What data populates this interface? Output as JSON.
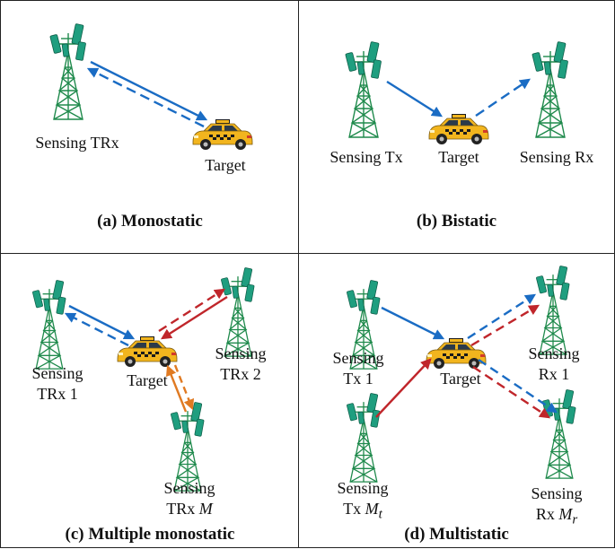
{
  "colors": {
    "tower": "#1f8a4c",
    "antenna": "#1f9e7f",
    "blue": "#1a6cc4",
    "red": "#c0262b",
    "orange": "#e07a22",
    "car": "#f2b51e"
  },
  "panels": {
    "a": {
      "caption": "(a) Monostatic",
      "labels": {
        "trx": "Sensing TRx",
        "target": "Target"
      }
    },
    "b": {
      "caption": "(b) Bistatic",
      "labels": {
        "tx": "Sensing Tx",
        "target": "Target",
        "rx": "Sensing Rx"
      }
    },
    "c": {
      "caption": "(c) Multiple monostatic",
      "labels": {
        "trx1_l1": "Sensing",
        "trx1_l2": "TRx 1",
        "trx2_l1": "Sensing",
        "trx2_l2": "TRx 2",
        "target": "Target",
        "trxm_l1": "Sensing",
        "trxm_l2": "TRx ",
        "trxm_var": "M"
      }
    },
    "d": {
      "caption": "(d) Multistatic",
      "labels": {
        "tx1_l1": "Sensing",
        "tx1_l2": "Tx 1",
        "target": "Target",
        "rx1_l1": "Sensing",
        "rx1_l2": "Rx 1",
        "txm_l1": "Sensing",
        "txm_l2": "Tx ",
        "txm_var": "M",
        "txm_sub": "t",
        "rxm_l1": "Sensing",
        "rxm_l2": "Rx ",
        "rxm_var": "M",
        "rxm_sub": "r"
      }
    }
  }
}
